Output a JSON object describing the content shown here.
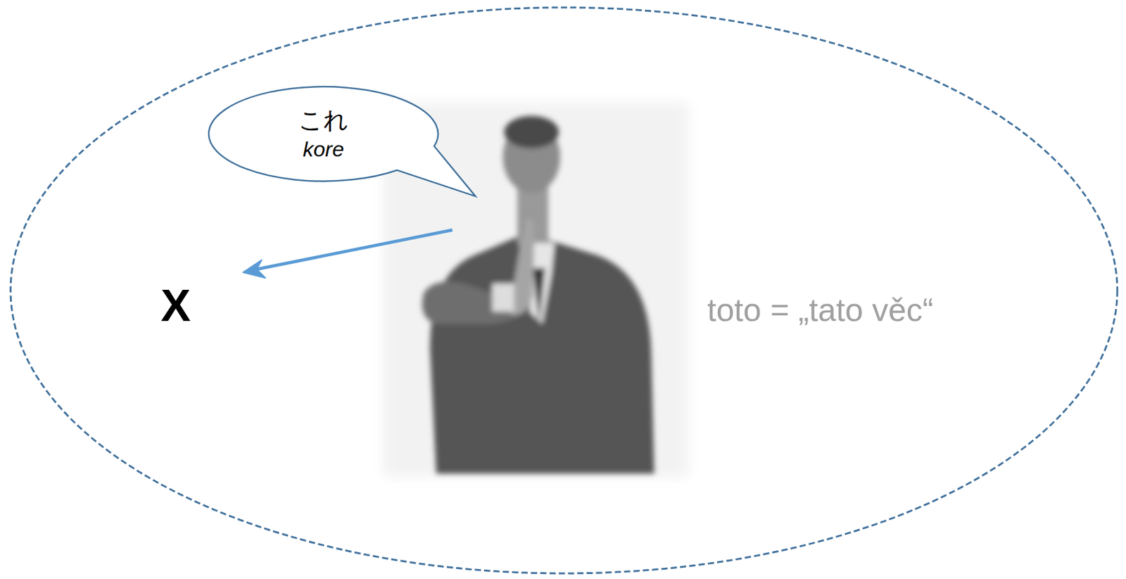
{
  "diagram": {
    "nodes": [
      {
        "text": [
          "これ",
          "kore"
        ]
      }
    ],
    "labels": [
      "X",
      "toto = „tato věc“"
    ]
  }
}
